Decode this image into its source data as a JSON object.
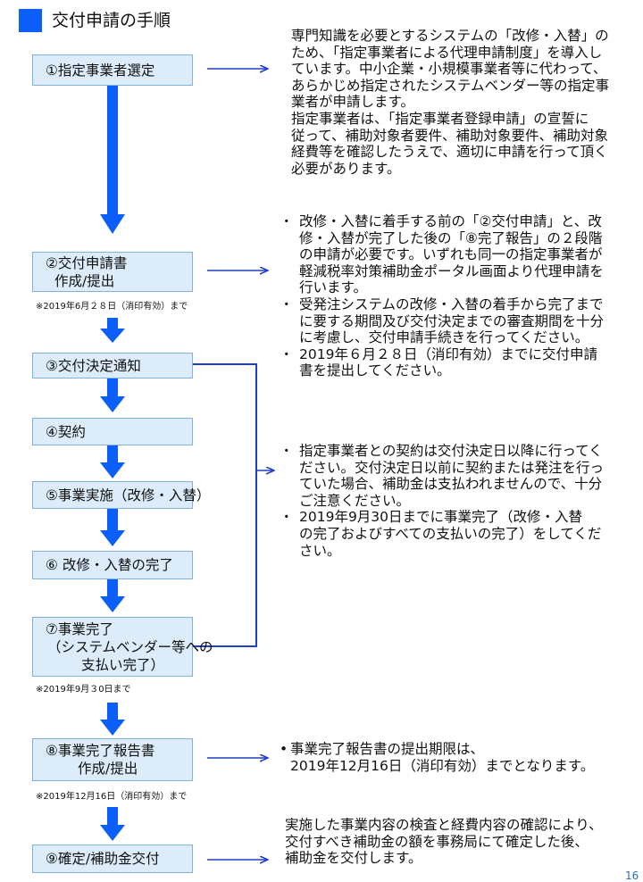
{
  "title": "交付申請の手順",
  "steps": [
    {
      "lines": [
        "①指定事業者選定"
      ]
    },
    {
      "lines": [
        "②交付申請書",
        "作成/提出"
      ]
    },
    {
      "lines": [
        "③交付決定通知"
      ]
    },
    {
      "lines": [
        "④契約"
      ]
    },
    {
      "lines": [
        "⑤事業実施（改修・入替）"
      ]
    },
    {
      "lines": [
        "⑥ 改修・入替の完了"
      ]
    },
    {
      "lines": [
        "⑦事業完了",
        "（システムベンダー等への",
        "支払い完了）"
      ]
    },
    {
      "lines": [
        "⑧事業完了報告書",
        "作成/提出"
      ]
    },
    {
      "lines": [
        "⑨確定/補助金交付"
      ]
    }
  ],
  "deadlines": {
    "step2": "※2019年6月２８日（消印有効）まで",
    "step7": "※2019年9月３0日まで",
    "step8": "※2019年12月16日（消印有効）まで"
  },
  "descriptions": {
    "d1": [
      "専門知識を必要とするシステムの「改修・入替」の",
      "ため、「指定事業者による代理申請制度」を導入し",
      "ています。中小企業・小規模事業者等に代わって、",
      "あらかじめ指定されたシステムベンダー等の指定事",
      "業者が申請します。",
      "指定事業者は、「指定事業者登録申請」の宣誓に",
      "従って、補助対象者要件、補助対象要件、補助対象",
      "経費等を確認したうえで、適切に申請を行って頂く",
      "必要があります。"
    ],
    "d2": [
      [
        "改修・入替に着手する前の「②交付申請」と、改",
        "修・入替が完了した後の「⑧完了報告」の２段階",
        "の申請が必要です。いずれも同一の指定事業者が",
        "軽減税率対策補助金ポータル画面より代理申請を",
        "行います。"
      ],
      [
        "受発注システムの改修・入替の着手から完了まで",
        "に要する期間及び交付決定までの審査期間を十分",
        "に考慮し、交付申請手続きを行ってください。"
      ],
      [
        "2019年６月２８日（消印有効）までに交付申請",
        "書を提出してください。"
      ]
    ],
    "d3": [
      [
        "指定事業者との契約は交付決定日以降に行ってく",
        "ださい。交付決定日以前に契約または発注を行っ",
        "ていた場合、補助金は支払われませんので、十分",
        "ご注意ください。"
      ],
      [
        "2019年9月30日までに事業完了（改修・入替",
        "の完了およびすべての支払いの完了）をしてくだ",
        "さい。"
      ]
    ],
    "d4": [
      [
        "事業完了報告書の提出期限は、",
        "2019年12月16日（消印有効）までとなります。"
      ]
    ],
    "d5": [
      "実施した事業内容の検査と経費内容の確認により、",
      "交付すべき補助金の額を事務局にて確定した後、",
      "補助金を交付します。"
    ],
    "bullet_mark": "・",
    "bullet_mark_compact": "•"
  },
  "page_number": "16",
  "colors": {
    "accent": "#0b5ef7",
    "box_fill": "#dcecfb",
    "box_border": "#7fb2df",
    "bracket": "#1f3fc8"
  }
}
